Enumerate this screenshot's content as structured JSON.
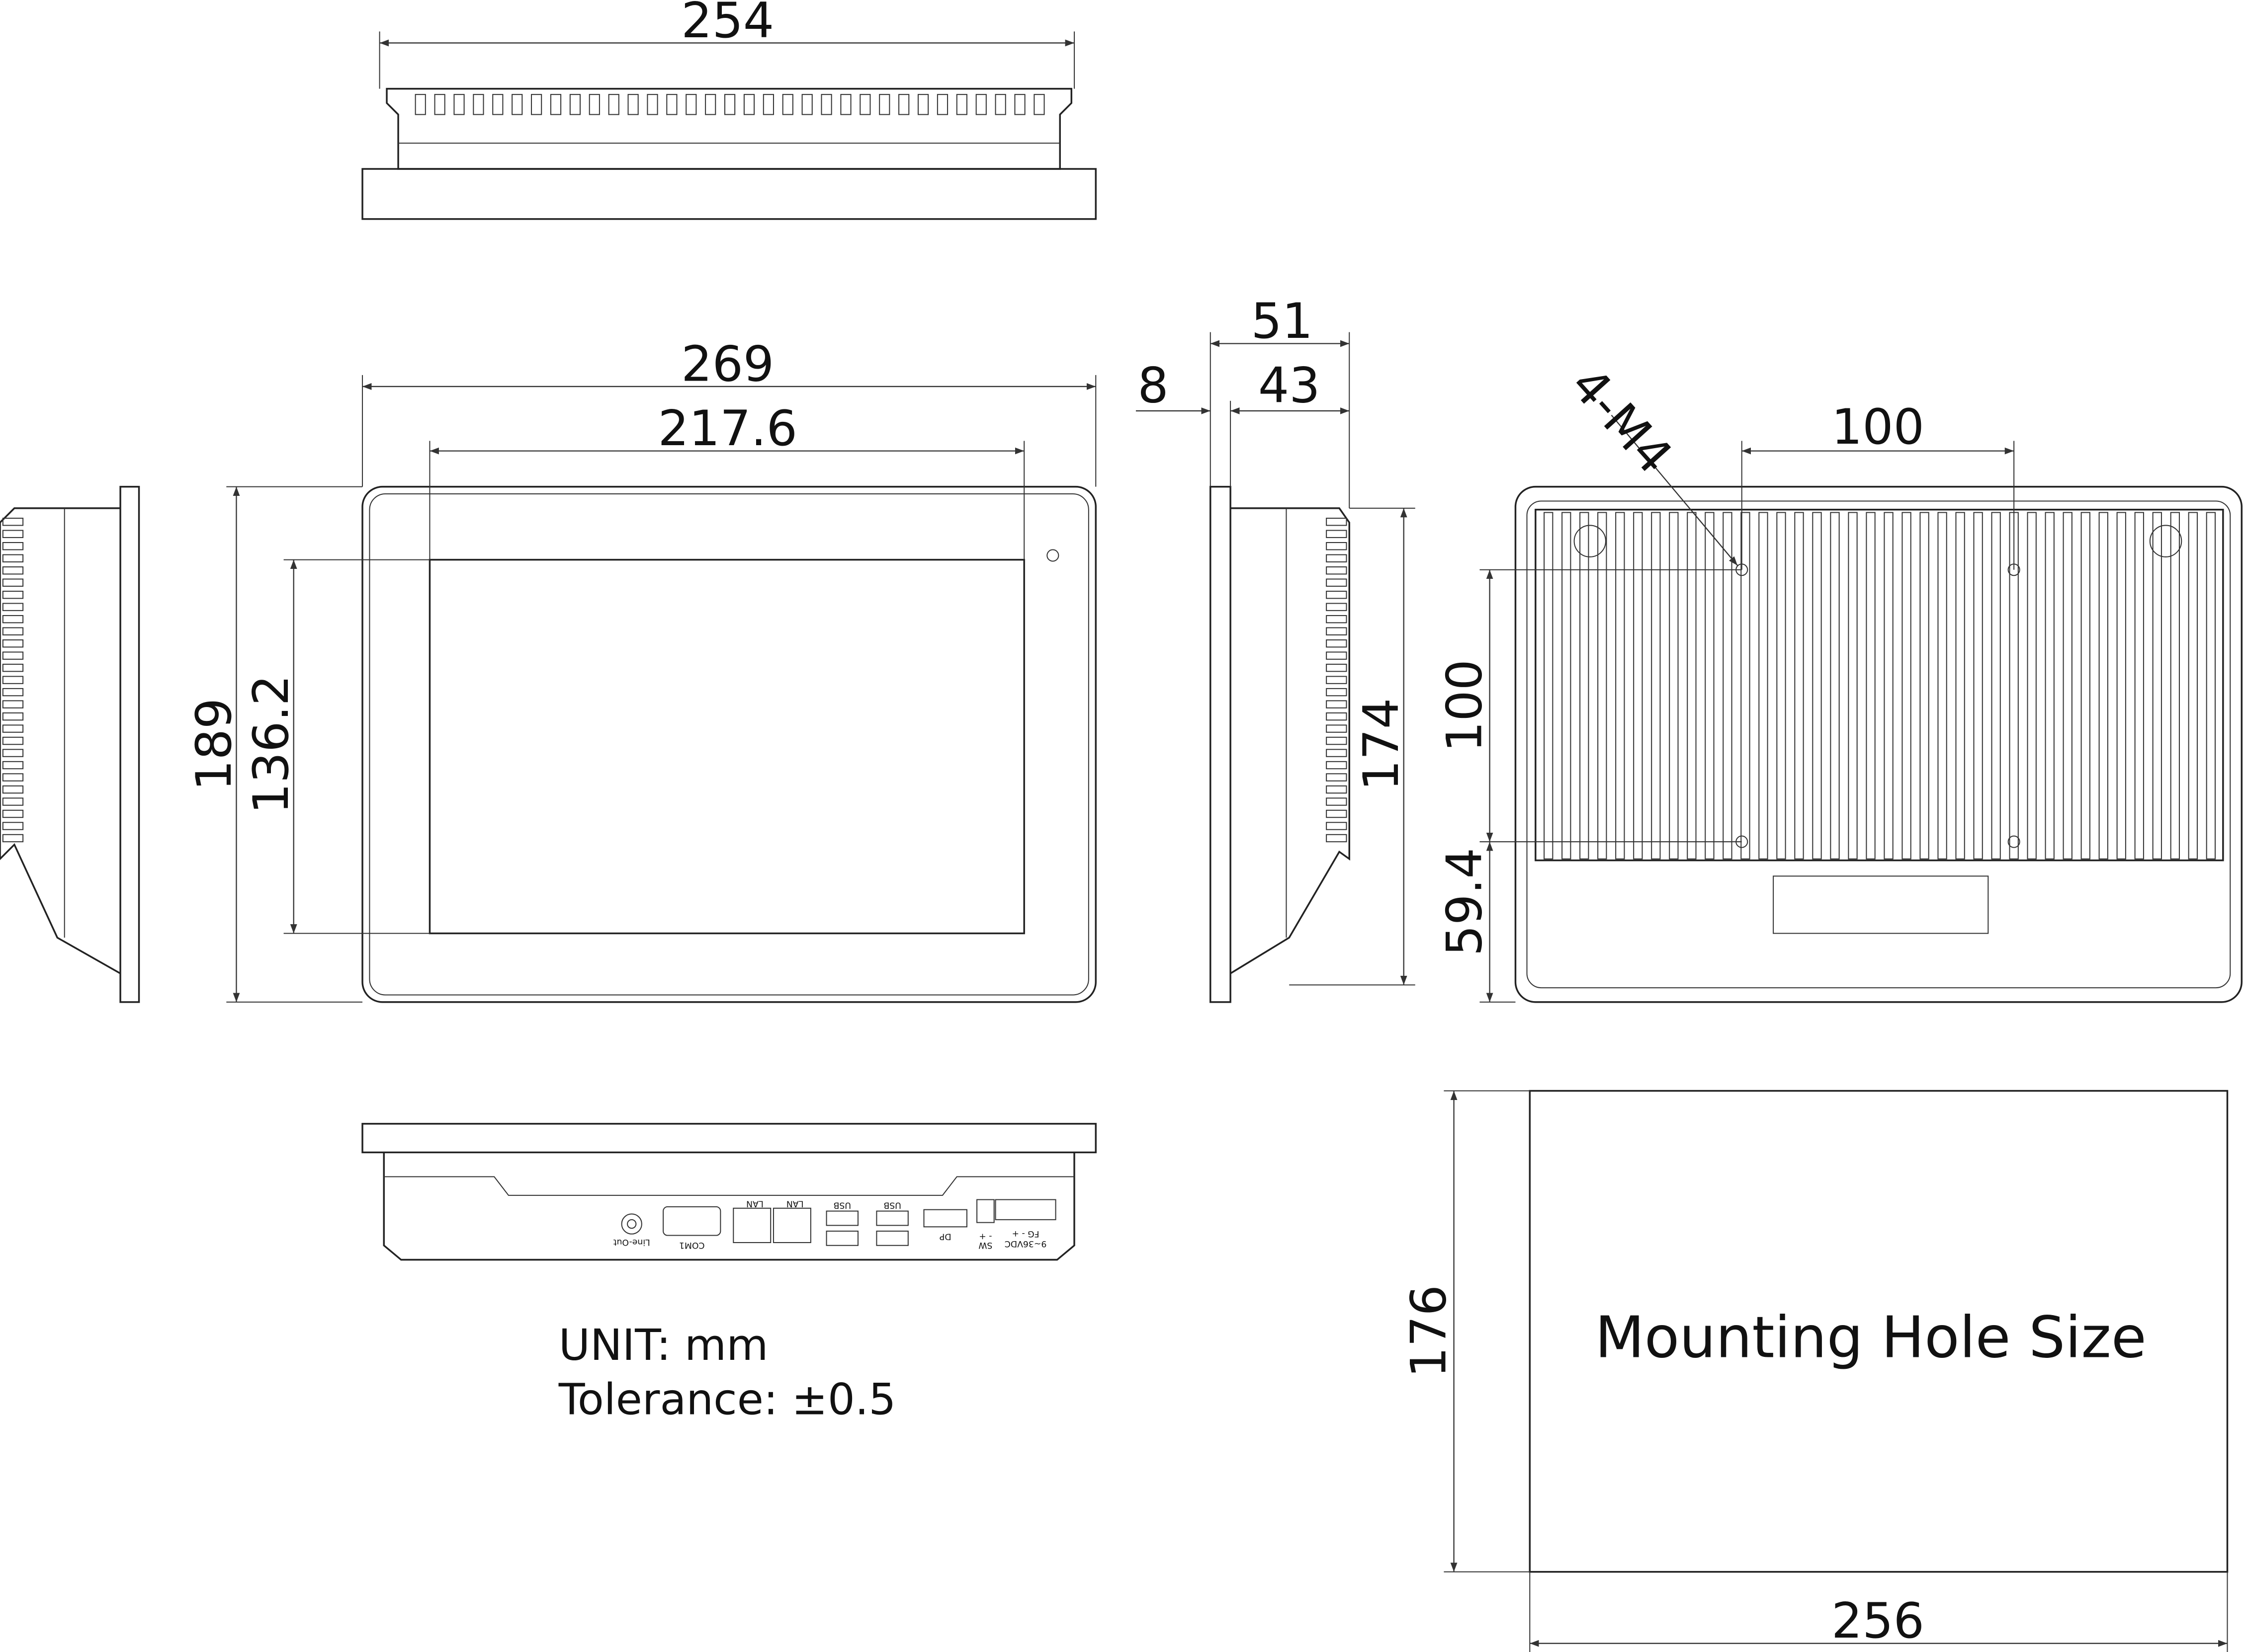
{
  "dimensions": {
    "top_width": "254",
    "front_width": "269",
    "screen_width": "217.6",
    "front_height": "189",
    "screen_height": "136.2",
    "depth_total": "51",
    "bezel_depth": "8",
    "body_depth": "43",
    "side_height": "174",
    "mount_label": "4-M4",
    "vesa_horizontal": "100",
    "vesa_vertical": "100",
    "vesa_offset": "59.4",
    "cutout_height": "176",
    "cutout_width": "256"
  },
  "notes": {
    "unit": "UNIT: mm",
    "tolerance": "Tolerance: ±0.5",
    "cutout_label": "Mounting Hole Size"
  },
  "ports": {
    "line_out": "Line-Out",
    "com": "COM1",
    "lan1": "LAN",
    "lan2": "LAN",
    "usb1": "USB",
    "usb2": "USB",
    "dp": "DP",
    "sw": "SW",
    "sw_polarity": "- +",
    "power": "9~36VDC",
    "power_pins": "FG - +"
  }
}
